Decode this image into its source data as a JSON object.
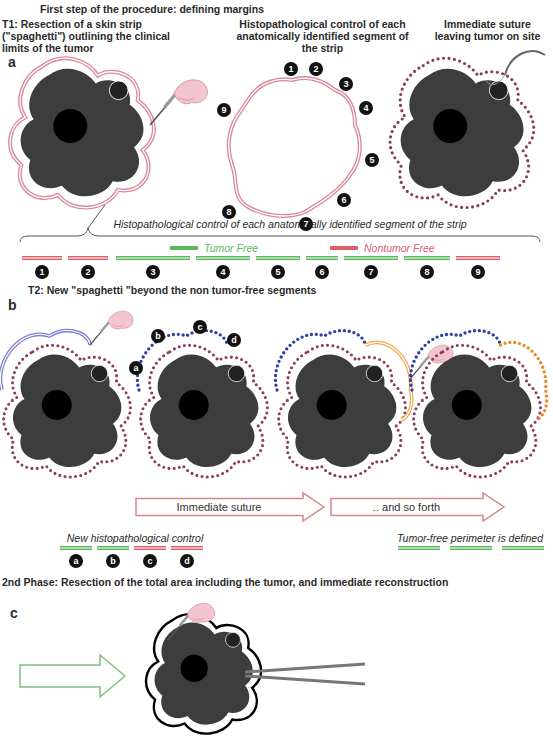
{
  "diagram": {
    "title": "First step of the procedure: defining margins",
    "nodes": [
      {
        "text": [
          "1"
        ]
      },
      {
        "text": [
          "2"
        ]
      },
      {
        "text": [
          "3"
        ]
      },
      {
        "text": [
          "4"
        ]
      },
      {
        "text": [
          "5"
        ]
      },
      {
        "text": [
          "6"
        ]
      },
      {
        "text": [
          "7"
        ]
      },
      {
        "text": [
          "8"
        ]
      },
      {
        "text": [
          "9"
        ]
      },
      {
        "text": [
          "1"
        ]
      },
      {
        "text": [
          "2"
        ]
      },
      {
        "text": [
          "3"
        ]
      },
      {
        "text": [
          "4"
        ]
      },
      {
        "text": [
          "5"
        ]
      },
      {
        "text": [
          "6"
        ]
      },
      {
        "text": [
          "7"
        ]
      },
      {
        "text": [
          "8"
        ]
      },
      {
        "text": [
          "9"
        ]
      },
      {
        "text": [
          "a"
        ]
      },
      {
        "text": [
          "b"
        ]
      },
      {
        "text": [
          "c"
        ]
      },
      {
        "text": [
          "d"
        ]
      },
      {
        "text": [
          "Immediate suture"
        ]
      },
      {
        "text": [
          ".. and so forth"
        ]
      },
      {
        "text": [
          "a"
        ]
      },
      {
        "text": [
          "b"
        ]
      },
      {
        "text": [
          "c"
        ]
      },
      {
        "text": [
          "d"
        ]
      }
    ],
    "labels": [
      "T1: Resection of a skin strip (\"spaghetti\") outlining the clinical limits of the tumor",
      "Histopathological control of each anatomically identified segment of the strip",
      "Immediate suture leaving tumor on site",
      "a",
      "Histopathological control of each anatomically identified segment of the strip",
      "T2: New \"spaghetti \"beyond the non tumor-free segments",
      "b",
      "New histopathological control",
      "Tumor-free perimeter is defined",
      "2nd Phase: Resection of the total area including the tumor, and immediate reconstruction",
      "c"
    ],
    "legend": [
      {
        "text": "Tumor Free",
        "color": "#5cb85c"
      },
      {
        "text": "Nontumor Free",
        "color": "#d9606a"
      }
    ]
  }
}
